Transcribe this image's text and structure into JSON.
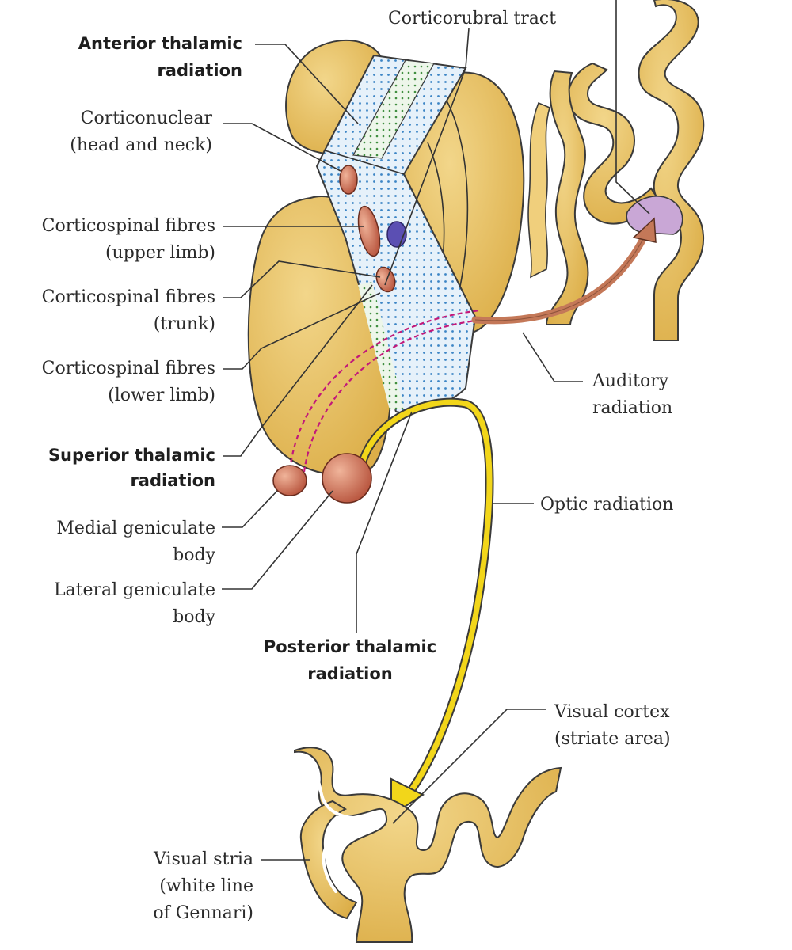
{
  "colors": {
    "tan": "#e9c46a",
    "tan_dark": "#d9a93f",
    "outline": "#3a3a3a",
    "capsule_fill": "#e6f1fa",
    "capsule_dots": "#3d86c6",
    "green_dots": "#3f8f3f",
    "nucleus_fill": "#c96a55",
    "geniculate_fill": "#d08060",
    "violet_oval": "#5b4fb3",
    "auditory_cortex": "#c9a7d6",
    "auditory_arrow": "#c47858",
    "optic_arrow": "#f2d61a",
    "thalamic_dashes": "#c2187a",
    "stria": "#ffffff"
  },
  "labels": {
    "corticorubral": "Corticorubral tract",
    "anterior_thalamic_1": "Anterior thalamic",
    "anterior_thalamic_2": "radiation",
    "corticonuclear_1": "Corticonuclear",
    "corticonuclear_2": "(head and neck)",
    "cs_upper_1": "Corticospinal fibres",
    "cs_upper_2": "(upper limb)",
    "cs_trunk_1": "Corticospinal fibres",
    "cs_trunk_2": "(trunk)",
    "cs_lower_1": "Corticospinal fibres",
    "cs_lower_2": "(lower limb)",
    "superior_thalamic_1": "Superior thalamic",
    "superior_thalamic_2": "radiation",
    "medial_geniculate_1": "Medial geniculate",
    "medial_geniculate_2": "body",
    "lateral_geniculate_1": "Lateral geniculate",
    "lateral_geniculate_2": "body",
    "posterior_thalamic_1": "Posterior thalamic",
    "posterior_thalamic_2": "radiation",
    "auditory_1": "Auditory",
    "auditory_2": "radiation",
    "optic": "Optic radiation",
    "visual_cortex_1": "Visual cortex",
    "visual_cortex_2": "(striate area)",
    "visual_stria_1": "Visual stria",
    "visual_stria_2": "(white line",
    "visual_stria_3": "of Gennari)"
  }
}
